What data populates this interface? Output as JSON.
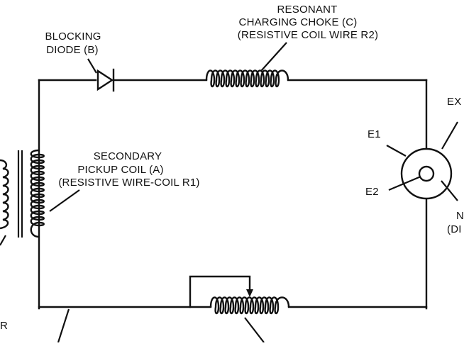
{
  "labels": {
    "choke_line1": "RESONANT",
    "choke_line2": "CHARGING CHOKE (C)",
    "choke_line3": "(RESISTIVE COIL WIRE R2)",
    "diode_line1": "BLOCKING",
    "diode_line2": "DIODE (B)",
    "secondary_line1": "SECONDARY",
    "secondary_line2": "PICKUP COIL (A)",
    "secondary_line3": "(RESISTIVE WIRE-COIL R1)",
    "e1": "E1",
    "e2": "E2",
    "ex_partial": "EX",
    "n_partial": "N",
    "di_partial": "(DI",
    "r_partial": "R"
  }
}
